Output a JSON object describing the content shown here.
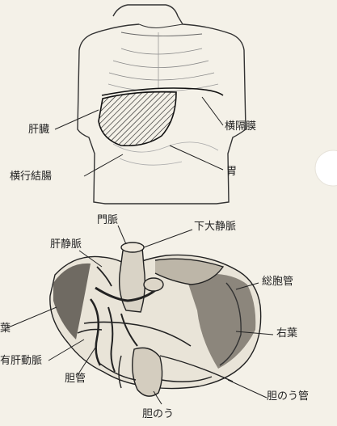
{
  "top_figure": {
    "labels": {
      "liver": "肝臓",
      "diaphragm": "横隔膜",
      "transverse_colon": "横行結腸",
      "stomach": "胃"
    }
  },
  "bottom_figure": {
    "labels": {
      "portal_vein": "門脈",
      "inferior_vena_cava": "下大静脈",
      "hepatic_vein": "肝静脈",
      "common_bile_duct": "総胞管",
      "left_lobe": "葉",
      "right_lobe": "右葉",
      "proper_hepatic_artery": "有肝動脈",
      "bile_duct": "胆管",
      "gallbladder": "胆のう",
      "cystic_duct": "胆のう管"
    }
  }
}
